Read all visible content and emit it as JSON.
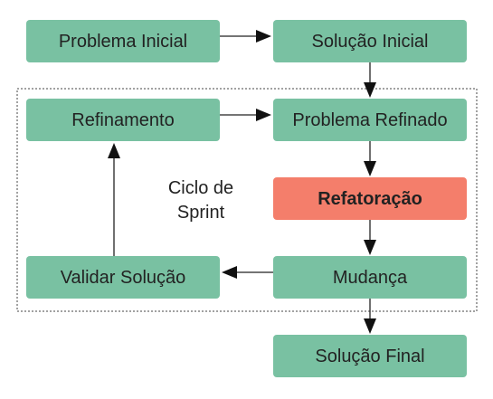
{
  "nodes": {
    "problema_inicial": "Problema Inicial",
    "solucao_inicial": "Solução Inicial",
    "refinamento": "Refinamento",
    "problema_refinado": "Problema Refinado",
    "refatoracao": "Refatoração",
    "mudanca": "Mudança",
    "validar_solucao": "Validar Solução",
    "solucao_final": "Solução Final"
  },
  "cycle_label": {
    "line1": "Ciclo de",
    "line2": "Sprint"
  },
  "colors": {
    "box": "#79c1a2",
    "highlight": "#f47e6b"
  }
}
